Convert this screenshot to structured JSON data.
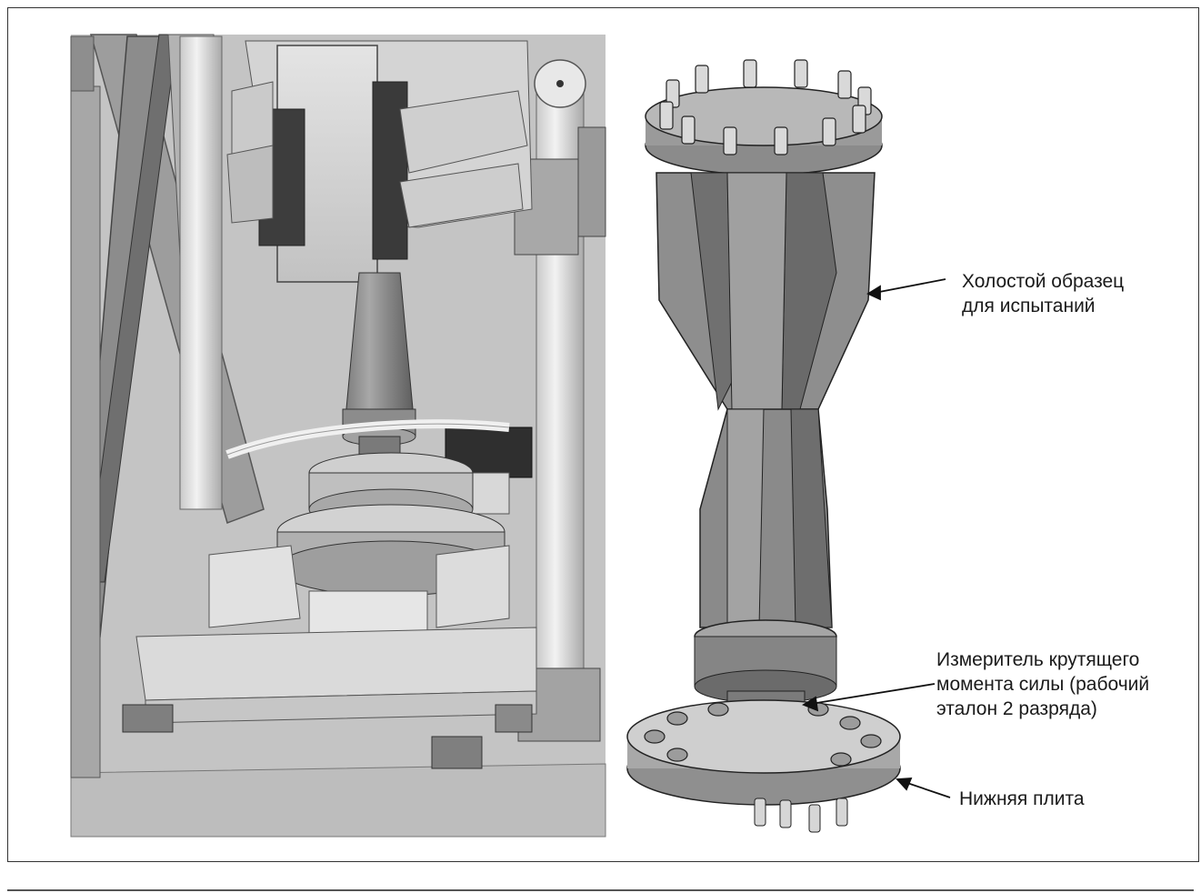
{
  "callouts": {
    "blank_specimen": "Холостой образец\nдля испытаний",
    "torque_meter": "Измеритель крутящего\nмомента силы (рабочий\nэталон 2 разряда)",
    "bottom_plate": "Нижняя плита"
  }
}
